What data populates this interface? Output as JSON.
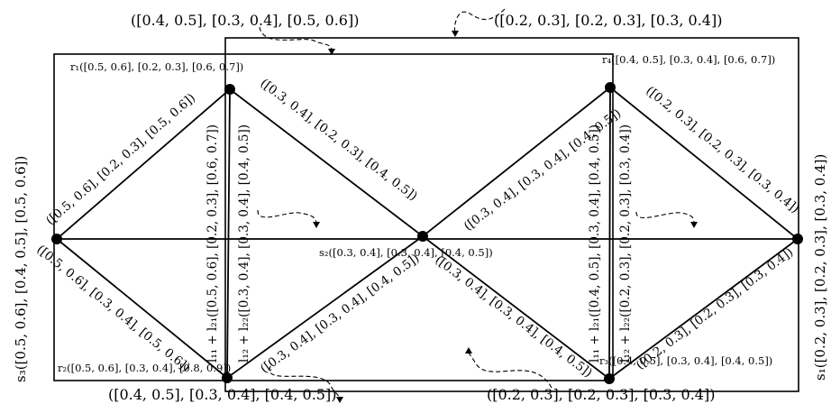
{
  "nodes": [
    {
      "id": "r1",
      "label": "r₁([0.5, 0.6], [0.2, 0.3], [0.6, 0.7])"
    },
    {
      "id": "r4",
      "label": "r₄([0.4, 0.5], [0.3, 0.4], [0.6, 0.7])"
    },
    {
      "id": "s3",
      "label": "s₃([0.5, 0.6], [0.4, 0.5], [0.5, 0.6])"
    },
    {
      "id": "s2",
      "label": "s₂([0.3, 0.4], [0.3, 0.4], [0.4, 0.5])"
    },
    {
      "id": "s1",
      "label": "s₁([0.2, 0.3], [0.2, 0.3], [0.3, 0.4])"
    },
    {
      "id": "r2",
      "label": "r₂([0.5, 0.6], [0.3, 0.4], [0.8, 0.9])"
    },
    {
      "id": "r3",
      "label": "r₃([0.4, 0.5], [0.3, 0.4], [0.4, 0.5])"
    }
  ],
  "edges": [
    {
      "id": "s3-r1",
      "label": "([0.5, 0.6], [0.2, 0.3], [0.5, 0.6])"
    },
    {
      "id": "s3-r2",
      "label": "([0.5, 0.6], [0.3, 0.4], [0.5, 0.6])"
    },
    {
      "id": "r1-s2",
      "label": "([0.3, 0.4], [0.2, 0.3], [0.4, 0.5])"
    },
    {
      "id": "r2-s2",
      "label": "([0.3, 0.4], [0.3, 0.4], [0.4, 0.5])"
    },
    {
      "id": "s2-r4",
      "label": "([0.3, 0.4], [0.3, 0.4], [0.4, 0.5])"
    },
    {
      "id": "s2-r3",
      "label": "([0.3, 0.4], [0.3, 0.4], [0.4, 0.5])"
    },
    {
      "id": "r4-s1",
      "label": "([0.2, 0.3], [0.2, 0.3], [0.3, 0.4])"
    },
    {
      "id": "r3-s1",
      "label": "([0.2, 0.3], [0.2, 0.3], [0.3, 0.4])"
    },
    {
      "id": "r1-r2-a",
      "label": "l₁₁ + l₂₁([0.5, 0.6], [0.2, 0.3], [0.6, 0.7])"
    },
    {
      "id": "r1-r2-b",
      "label": "l₁₂ + l₂₂([0.3, 0.4], [0.3, 0.4], [0.4, 0.5])"
    },
    {
      "id": "r4-r3-a",
      "label": "l₁₁ + l₂₁([0.4, 0.5], [0.3, 0.4], [0.4, 0.5])"
    },
    {
      "id": "r4-r3-b",
      "label": "l₁₂ + l₂₂([0.2, 0.3], [0.2, 0.3], [0.3, 0.4])"
    }
  ],
  "annotations": {
    "top_left": "([0.4, 0.5], [0.3, 0.4], [0.5, 0.6])",
    "top_right": "([0.2, 0.3], [0.2, 0.3], [0.3, 0.4])",
    "bottom_left": "([0.4, 0.5], [0.3, 0.4], [0.4, 0.5])",
    "bottom_right": "([0.2, 0.3], [0.2, 0.3], [0.3, 0.4])"
  }
}
